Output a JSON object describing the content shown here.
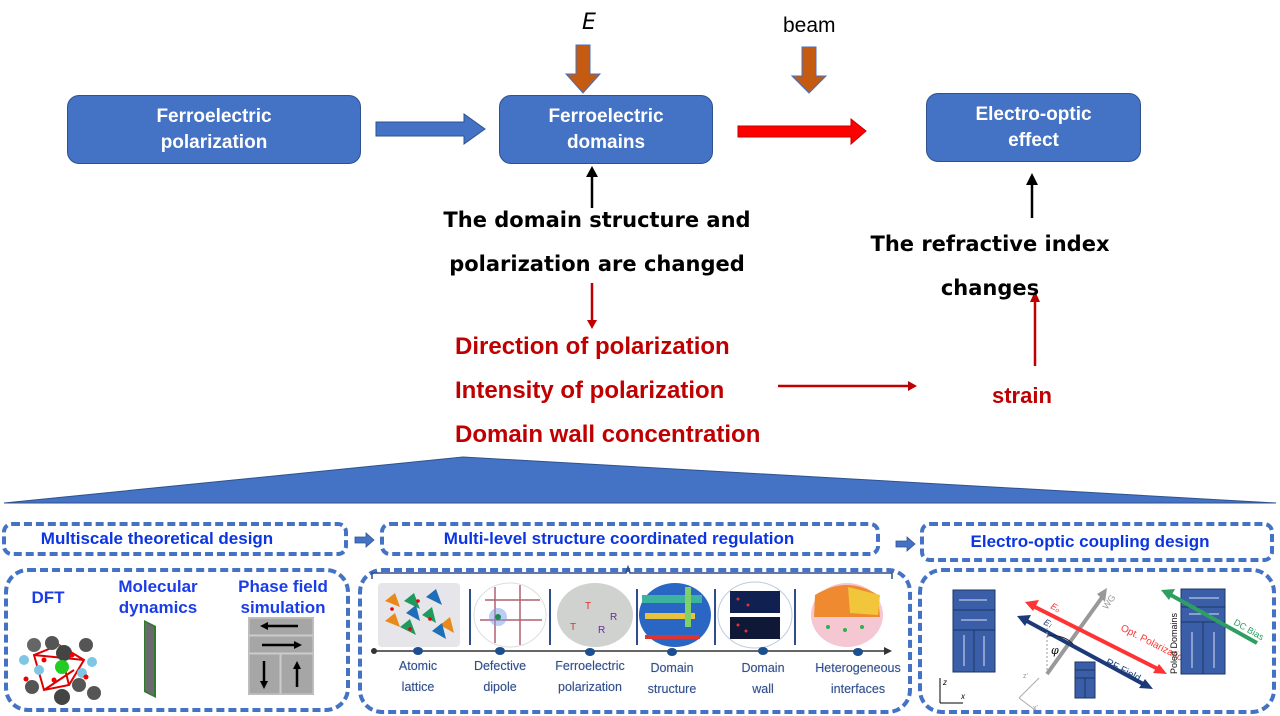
{
  "top_flow": {
    "nodes": [
      {
        "id": "ferroelectric-polarization",
        "label": "Ferroelectric\npolarization"
      },
      {
        "id": "ferroelectric-domains",
        "label": "Ferroelectric\ndomains"
      },
      {
        "id": "electro-optic-effect",
        "label": "Electro-optic\neffect"
      }
    ],
    "inputs": {
      "field_symbol": "E",
      "beam": "beam"
    },
    "domain_change_text": "The domain structure and\npolarization are changed",
    "refractive_text": "The refractive index changes",
    "factors": [
      "Direction of polarization",
      "Intensity of polarization",
      "Domain wall concentration"
    ],
    "strain": "strain"
  },
  "colors": {
    "node_fill": "#4472c4",
    "input_arrow": "#c55a11",
    "red_arrow": "#ff0000",
    "factor_text": "#c00000",
    "stage_title": "#0b35e0"
  },
  "stages": [
    {
      "title": "Multiscale theoretical design"
    },
    {
      "title": "Multi-level structure coordinated regulation"
    },
    {
      "title": "Electro-optic coupling design"
    }
  ],
  "methods": [
    {
      "label": "DFT"
    },
    {
      "label": "Molecular\ndynamics"
    },
    {
      "label": "Phase field\nsimulation"
    }
  ],
  "scales": [
    {
      "label": "Atomic\nlattice"
    },
    {
      "label": "Defective\ndipole"
    },
    {
      "label": "Ferroelectric\npolarization"
    },
    {
      "label": "Domain\nstructure"
    },
    {
      "label": "Domain\nwall"
    },
    {
      "label": "Heterogeneous\ninterfaces"
    }
  ],
  "eo_design": {
    "axis_z": "z",
    "axis_x": "x",
    "opt_polarization": "Opt. Polarization",
    "rf_field": "RF Field",
    "wg": "WG",
    "phi": "φ",
    "e_opt": "Eₒ",
    "e_rf": "Eₗ",
    "z_prime": "z'",
    "x_prime": "x'",
    "poled_domains": "Poled Domains",
    "dc_bias": "DC Bias"
  }
}
